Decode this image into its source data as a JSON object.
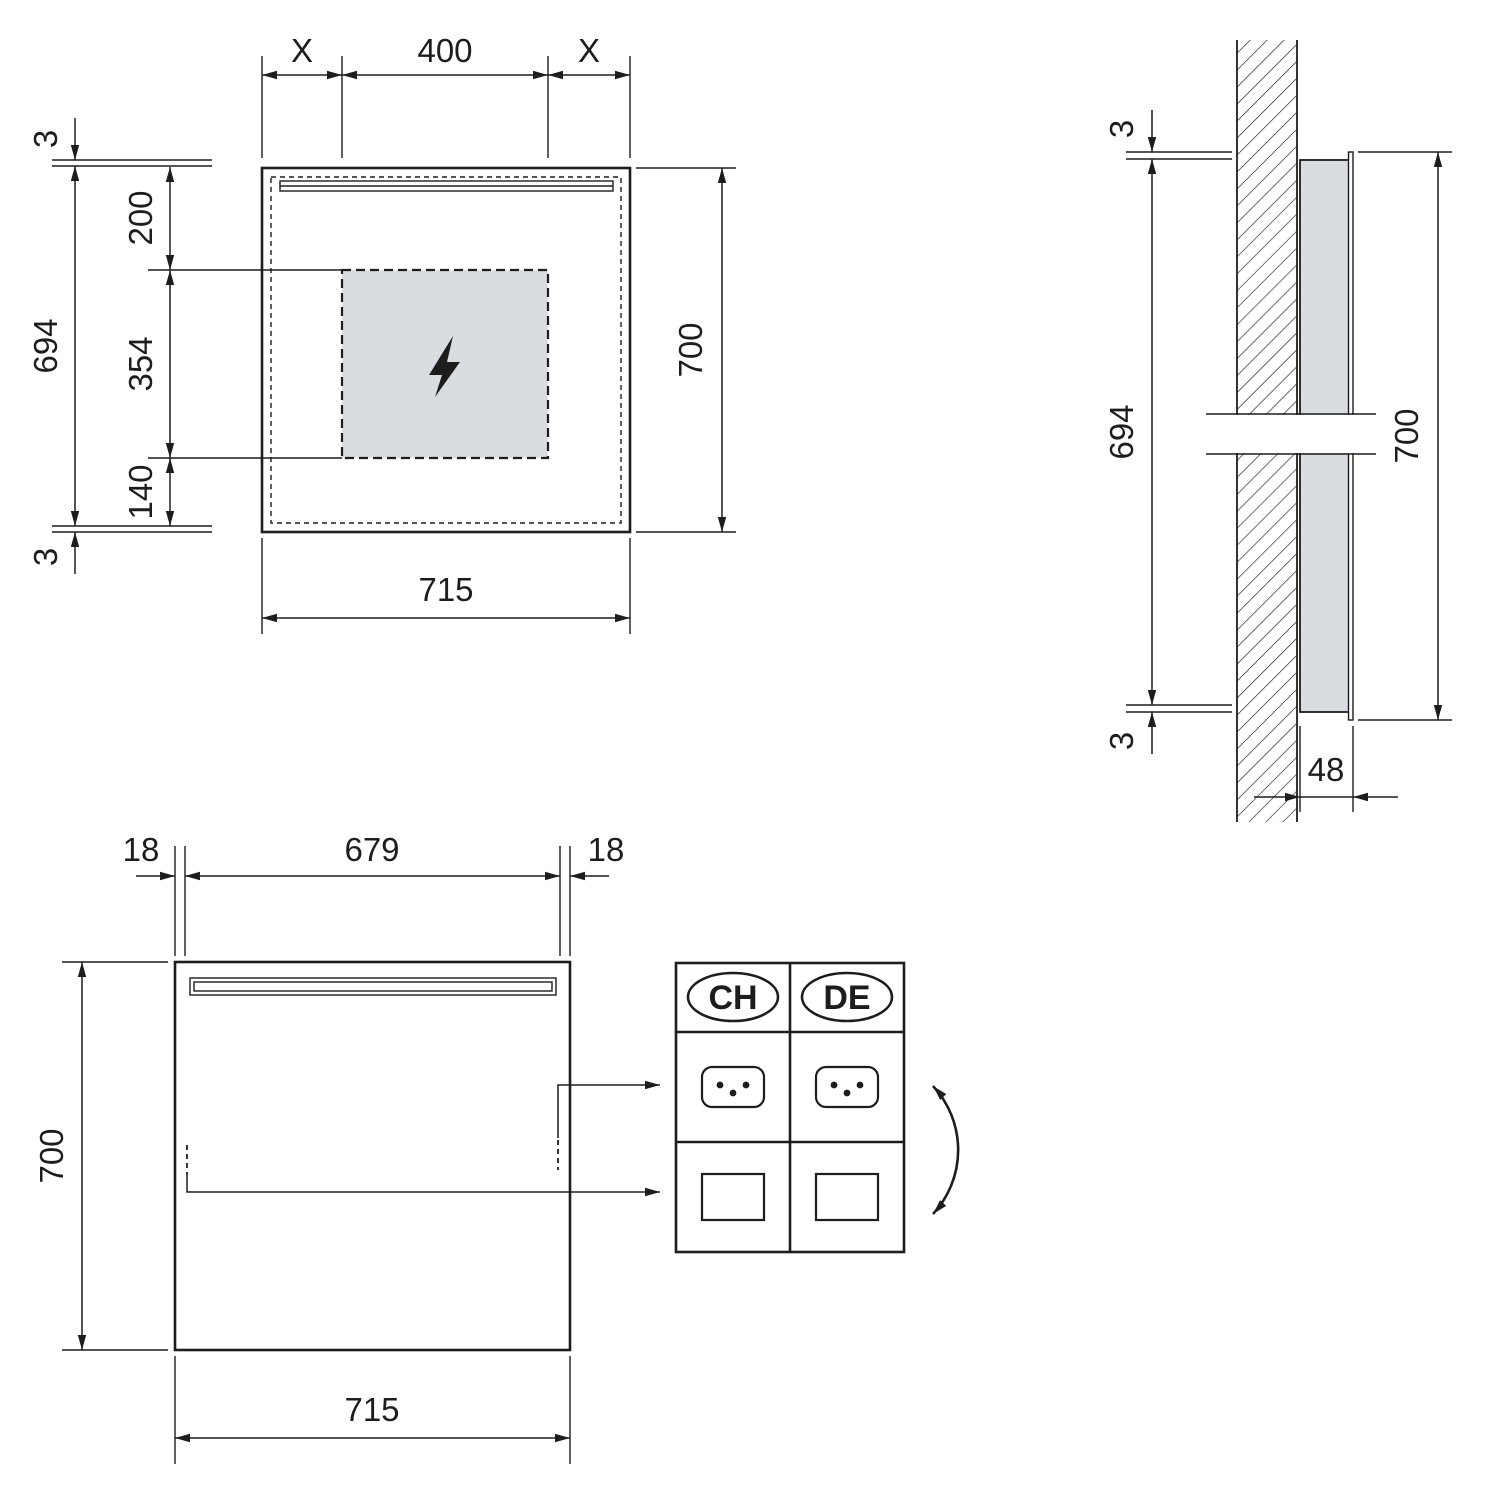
{
  "drawing_type": "dimensional-installation-drawing",
  "colors": {
    "line": "#1d1d1b",
    "panel_fill": "#d9dce0",
    "background": "#ffffff"
  },
  "front_top": {
    "dim_x_left": "X",
    "dim_400": "400",
    "dim_x_right": "X",
    "dim_3_top": "3",
    "dim_200": "200",
    "dim_694": "694",
    "dim_354": "354",
    "dim_140": "140",
    "dim_3_bottom": "3",
    "dim_700": "700",
    "dim_715": "715"
  },
  "side_view": {
    "dim_3_top": "3",
    "dim_694": "694",
    "dim_3_bottom": "3",
    "dim_700": "700",
    "dim_48": "48"
  },
  "front_bottom": {
    "dim_18_left": "18",
    "dim_679": "679",
    "dim_18_right": "18",
    "dim_700": "700",
    "dim_715": "715"
  },
  "socket_panel": {
    "col_left": "CH",
    "col_right": "DE"
  },
  "symbols": {
    "electrical_zone": "lightning-bolt-icon",
    "swap": "curved-double-arrow-icon",
    "wall": "hatched-wall-section"
  }
}
